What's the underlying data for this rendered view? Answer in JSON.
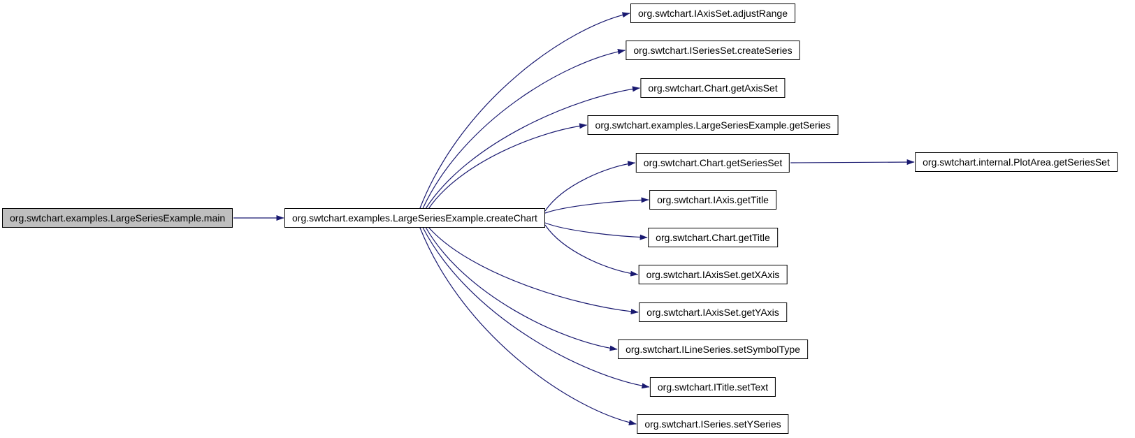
{
  "diagram": {
    "type": "call-graph",
    "colors": {
      "edge": "#191970",
      "node_border": "#000000",
      "node_fill": "#ffffff",
      "current_node_fill": "#bfbfbf"
    },
    "nodes": {
      "main": {
        "label": "org.swtchart.examples.LargeSeriesExample.main"
      },
      "createChart": {
        "label": "org.swtchart.examples.LargeSeriesExample.createChart"
      },
      "adjustRange": {
        "label": "org.swtchart.IAxisSet.adjustRange"
      },
      "createSeries": {
        "label": "org.swtchart.ISeriesSet.createSeries"
      },
      "getAxisSet": {
        "label": "org.swtchart.Chart.getAxisSet"
      },
      "getSeries": {
        "label": "org.swtchart.examples.LargeSeriesExample.getSeries"
      },
      "getSeriesSet": {
        "label": "org.swtchart.Chart.getSeriesSet"
      },
      "getTitleAxis": {
        "label": "org.swtchart.IAxis.getTitle"
      },
      "getTitleChart": {
        "label": "org.swtchart.Chart.getTitle"
      },
      "getXAxis": {
        "label": "org.swtchart.IAxisSet.getXAxis"
      },
      "getYAxis": {
        "label": "org.swtchart.IAxisSet.getYAxis"
      },
      "setSymbolType": {
        "label": "org.swtchart.ILineSeries.setSymbolType"
      },
      "setText": {
        "label": "org.swtchart.ITitle.setText"
      },
      "setYSeries": {
        "label": "org.swtchart.ISeries.setYSeries"
      },
      "plotAreaGetSeriesSet": {
        "label": "org.swtchart.internal.PlotArea.getSeriesSet"
      }
    },
    "edges": [
      {
        "from": "main",
        "to": "createChart"
      },
      {
        "from": "createChart",
        "to": "adjustRange"
      },
      {
        "from": "createChart",
        "to": "createSeries"
      },
      {
        "from": "createChart",
        "to": "getAxisSet"
      },
      {
        "from": "createChart",
        "to": "getSeries"
      },
      {
        "from": "createChart",
        "to": "getSeriesSet"
      },
      {
        "from": "createChart",
        "to": "getTitleAxis"
      },
      {
        "from": "createChart",
        "to": "getTitleChart"
      },
      {
        "from": "createChart",
        "to": "getXAxis"
      },
      {
        "from": "createChart",
        "to": "getYAxis"
      },
      {
        "from": "createChart",
        "to": "setSymbolType"
      },
      {
        "from": "createChart",
        "to": "setText"
      },
      {
        "from": "createChart",
        "to": "setYSeries"
      },
      {
        "from": "getSeriesSet",
        "to": "plotAreaGetSeriesSet"
      }
    ]
  }
}
